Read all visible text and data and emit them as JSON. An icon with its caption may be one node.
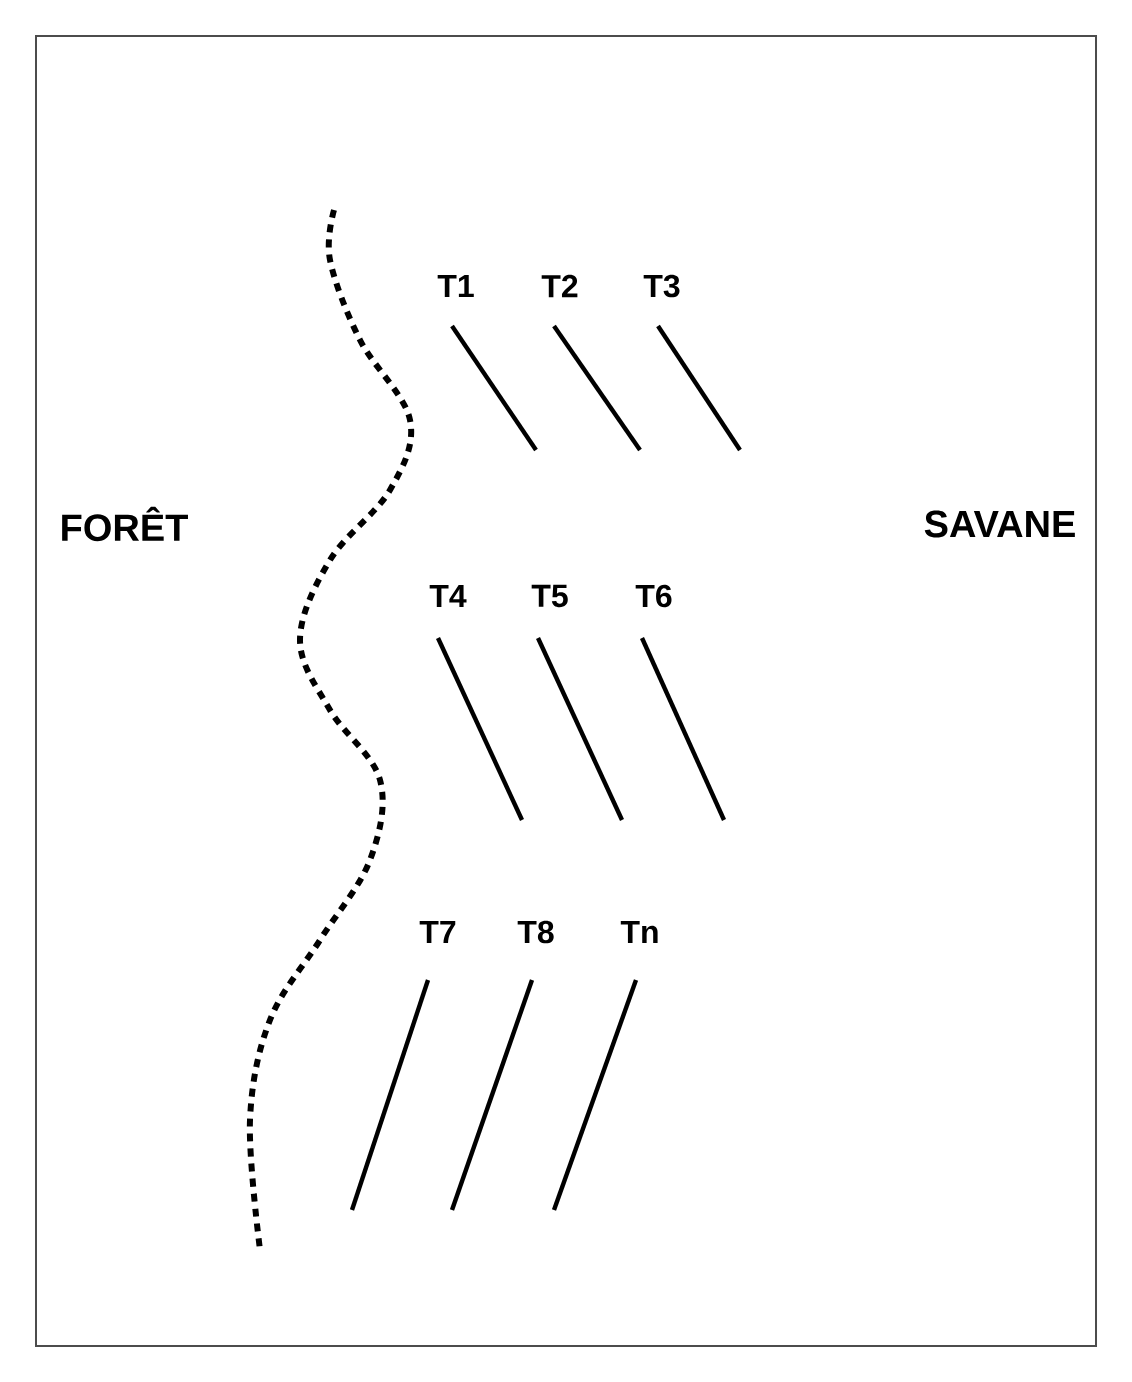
{
  "diagram": {
    "labels": [
      "T1",
      "T2",
      "T3",
      "FORÊT",
      "SAVANE",
      "T4",
      "T5",
      "T6",
      "T7",
      "T8",
      "Tn"
    ]
  }
}
